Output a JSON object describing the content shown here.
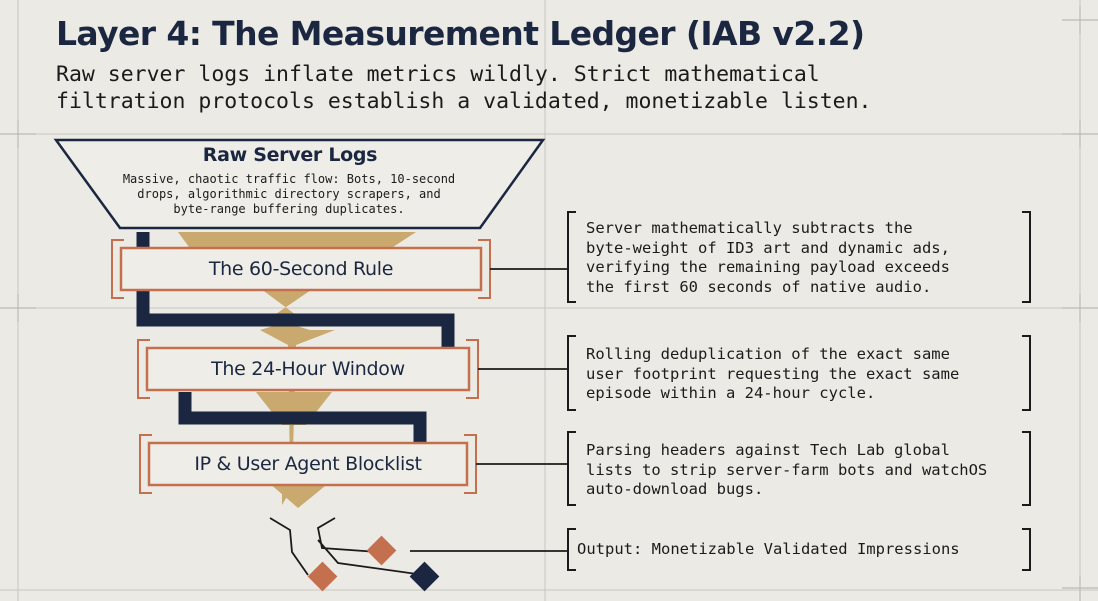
{
  "header": {
    "title": "Layer 4: The Measurement Ledger (IAB v2.2)",
    "subtitle": "Raw server logs inflate metrics wildly. Strict mathematical\nfiltration protocols establish a validated, monetizable listen."
  },
  "funnel": {
    "title": "Raw Server Logs",
    "description": "Massive, chaotic traffic flow: Bots, 10-second drops, algorithmic directory scrapers, and byte-range buffering duplicates."
  },
  "stages": [
    {
      "label": "The 60-Second Rule",
      "note": "Server mathematically subtracts the\nbyte-weight of ID3 art and dynamic ads,\nverifying the remaining payload exceeds\nthe first 60 seconds of native audio."
    },
    {
      "label": "The 24-Hour Window",
      "note": "Rolling deduplication of the exact same\nuser footprint requesting the exact same\nepisode within a 24-hour cycle."
    },
    {
      "label": "IP & User Agent Blocklist",
      "note": "Parsing headers against Tech Lab global\nlists to strip server-farm bots and watchOS\nauto-download bugs."
    }
  ],
  "output": {
    "label": "Output: Monetizable Validated Impressions"
  },
  "colors": {
    "navy": "#1b2740",
    "copper": "#c4704e",
    "gold": "#c9a96e",
    "background": "#eceae4"
  }
}
